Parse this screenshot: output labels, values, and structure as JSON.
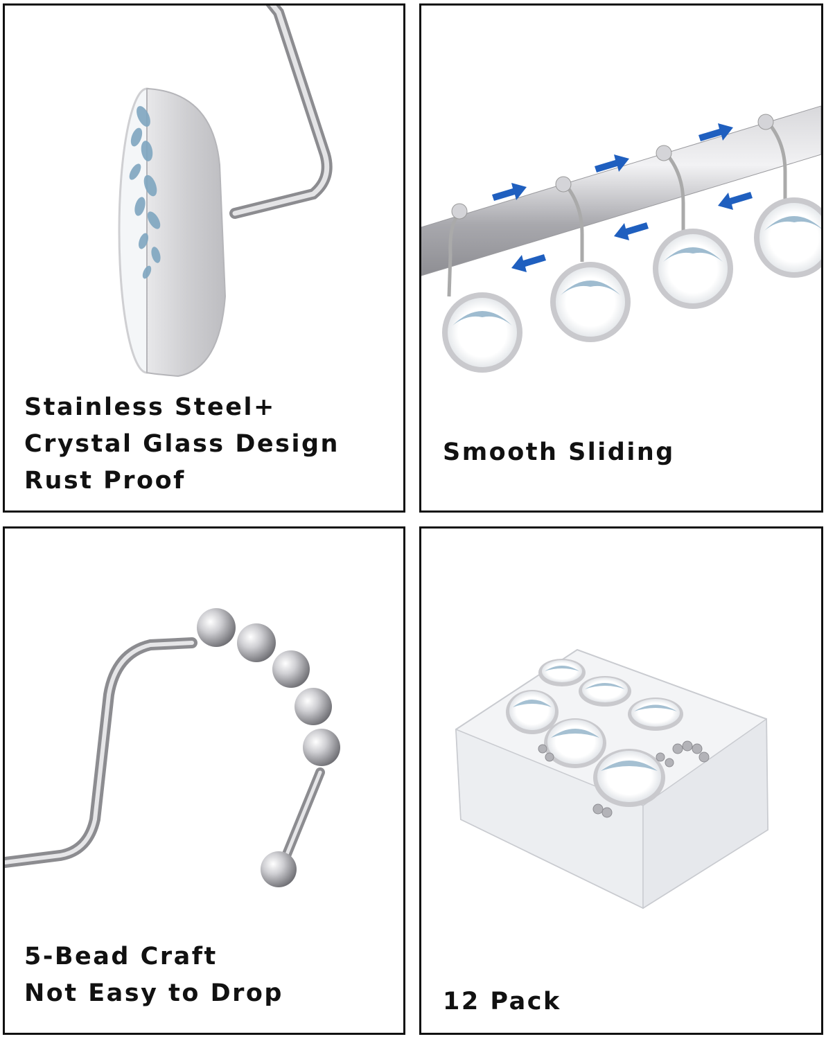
{
  "panels": [
    {
      "id": "material",
      "caption_lines": [
        "Stainless Steel+",
        "Crystal Glass Design",
        "Rust Proof"
      ]
    },
    {
      "id": "sliding",
      "caption_lines": [
        "Smooth Sliding"
      ]
    },
    {
      "id": "beads",
      "caption_lines": [
        "5-Bead Craft",
        "Not Easy to Drop"
      ]
    },
    {
      "id": "pack",
      "caption_lines": [
        "12 Pack"
      ]
    }
  ],
  "colors": {
    "border": "#111111",
    "arrow": "#1f5fbf",
    "leaf": "#7fa6c0",
    "chrome": "#c8c8cc"
  }
}
